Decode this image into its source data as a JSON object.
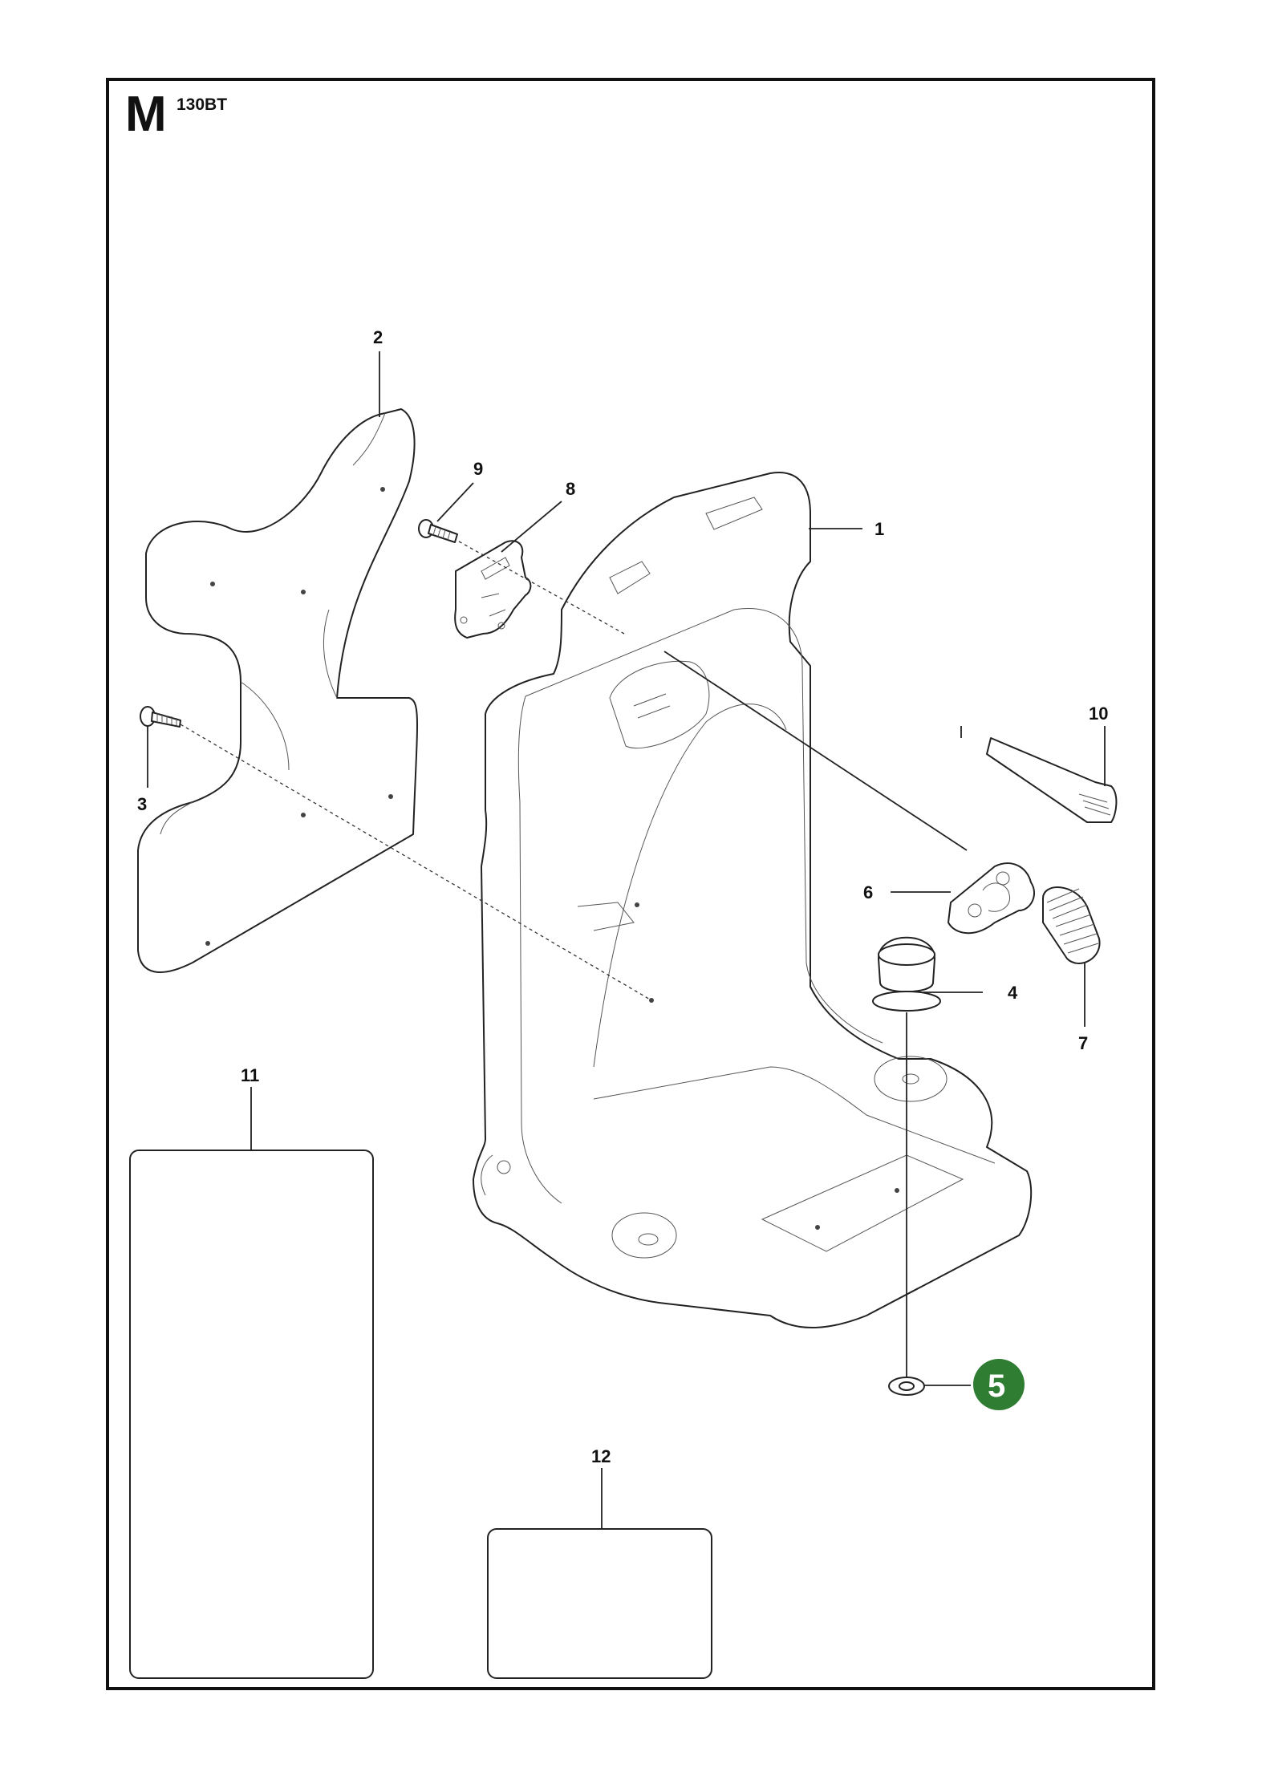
{
  "header": {
    "section_letter": "M",
    "model": "130BT"
  },
  "colors": {
    "highlight": "#2e7d32",
    "line": "#222222",
    "background": "#ffffff"
  },
  "callouts": {
    "part_1": "1",
    "part_2": "2",
    "part_3": "3",
    "part_4": "4",
    "part_5": "5",
    "part_6": "6",
    "part_7": "7",
    "part_8": "8",
    "part_9": "9",
    "part_10": "10",
    "part_11": "11",
    "part_12": "12"
  },
  "highlighted_part": "5"
}
